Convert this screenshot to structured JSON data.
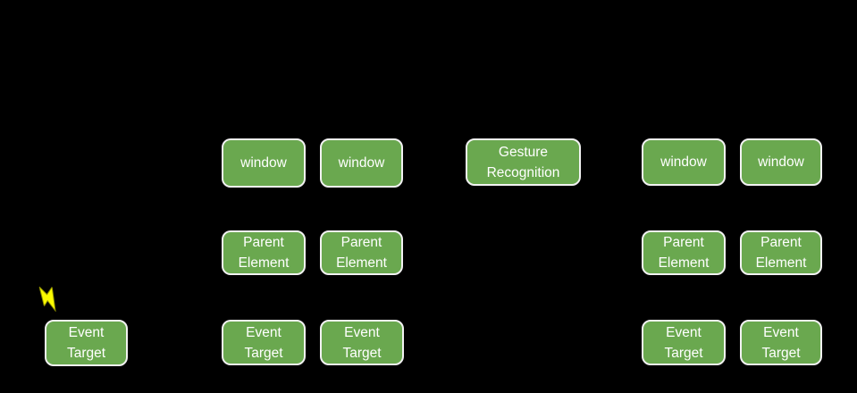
{
  "colors": {
    "background": "#000000",
    "box_fill": "#6aa84f",
    "box_border": "#f2f2f2",
    "box_text": "#ffffff",
    "bolt_fill": "#fbfb00",
    "bolt_stroke": "#8f8f00"
  },
  "icons": {
    "lightning": "lightning-bolt-icon"
  },
  "boxes": [
    {
      "label": "window"
    },
    {
      "label": "window"
    },
    {
      "label": "Gesture\nRecognition"
    },
    {
      "label": "window"
    },
    {
      "label": "window"
    },
    {
      "label": "Parent\nElement"
    },
    {
      "label": "Parent\nElement"
    },
    {
      "label": "Parent\nElement"
    },
    {
      "label": "Parent\nElement"
    },
    {
      "label": "Event\nTarget"
    },
    {
      "label": "Event\nTarget"
    },
    {
      "label": "Event\nTarget"
    },
    {
      "label": "Event\nTarget"
    },
    {
      "label": "Event\nTarget"
    }
  ]
}
